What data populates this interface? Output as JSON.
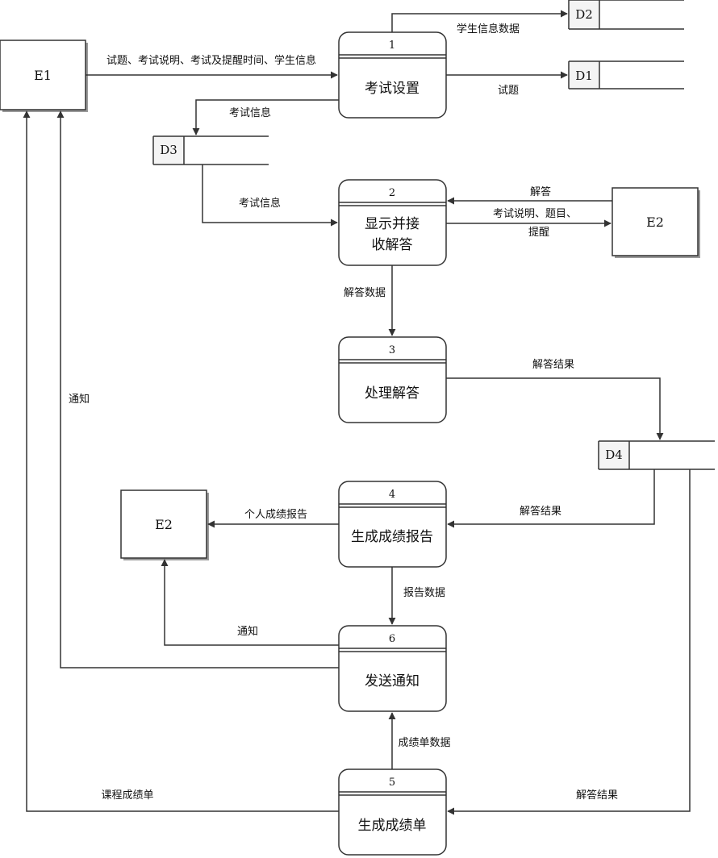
{
  "entities": {
    "e1": {
      "label": "E1"
    },
    "e2_top": {
      "label": "E2"
    },
    "e2_bottom": {
      "label": "E2"
    }
  },
  "stores": {
    "d1": {
      "id": "D1"
    },
    "d2": {
      "id": "D2"
    },
    "d3": {
      "id": "D3"
    },
    "d4": {
      "id": "D4"
    }
  },
  "processes": {
    "p1": {
      "number": "1",
      "name_lines": [
        "考试设置"
      ]
    },
    "p2": {
      "number": "2",
      "name_lines": [
        "显示并接",
        "收解答"
      ]
    },
    "p3": {
      "number": "3",
      "name_lines": [
        "处理解答"
      ]
    },
    "p4": {
      "number": "4",
      "name_lines": [
        "生成成绩报告"
      ]
    },
    "p5": {
      "number": "5",
      "name_lines": [
        "生成成绩单"
      ]
    },
    "p6": {
      "number": "6",
      "name_lines": [
        "发送通知"
      ]
    }
  },
  "flows": {
    "e1_to_p1": "试题、考试说明、考试及提醒时间、学生信息",
    "p1_to_d2": "学生信息数据",
    "p1_to_d1": "试题",
    "p1_to_d3": "考试信息",
    "d3_to_p2": "考试信息",
    "e2_to_p2": "解答",
    "p2_to_e2_line1": "考试说明、题目、",
    "p2_to_e2_line2": "提醒",
    "p2_to_p3": "解答数据",
    "p3_to_d4": "解答结果",
    "d4_to_p4": "解答结果",
    "p4_to_e2": "个人成绩报告",
    "p4_to_p6": "报告数据",
    "p6_to_e2": "通知",
    "p6_to_e1": "通知",
    "p5_to_p6": "成绩单数据",
    "p5_to_e1": "课程成绩单",
    "d4_to_p5": "解答结果"
  }
}
